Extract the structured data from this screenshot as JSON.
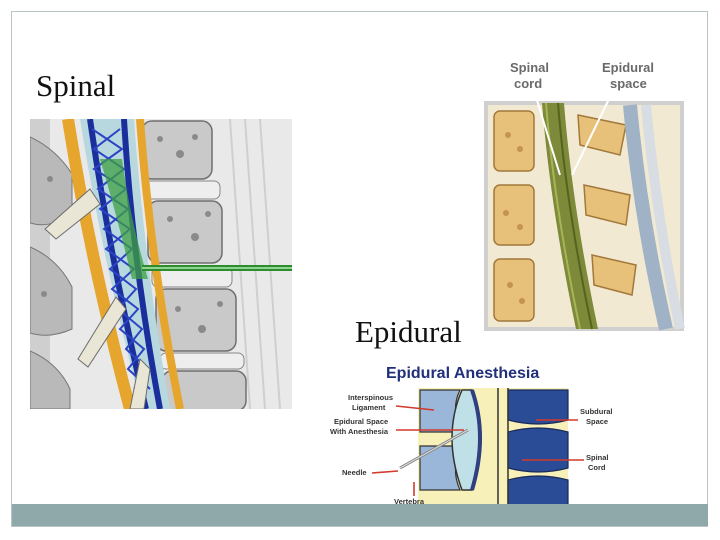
{
  "slide": {
    "heading_spinal": "Spinal",
    "heading_epidural": "Epidural"
  },
  "fig_spinal_epidural_labels": {
    "spinal_cord": [
      "Spinal",
      "cord"
    ],
    "epidural_space": [
      "Epidural",
      "space"
    ]
  },
  "fig_epidural_anesthesia": {
    "title": "Epidural Anesthesia",
    "interspinous_ligament": [
      "Interspinous",
      "Ligament"
    ],
    "epidural_space_with_anesthesia": [
      "Epidural Space",
      "With Anesthesia"
    ],
    "needle": "Needle",
    "vertebra": "Vertebra",
    "subdural_space": [
      "Subdural",
      "Space"
    ],
    "spinal_cord": [
      "Spinal",
      "Cord"
    ]
  },
  "colors": {
    "frame_border": "#b8c6c6",
    "bottom_bar": "#8fa9aa",
    "accent_red": "#d23a2a",
    "title_blue": "#20307a"
  }
}
